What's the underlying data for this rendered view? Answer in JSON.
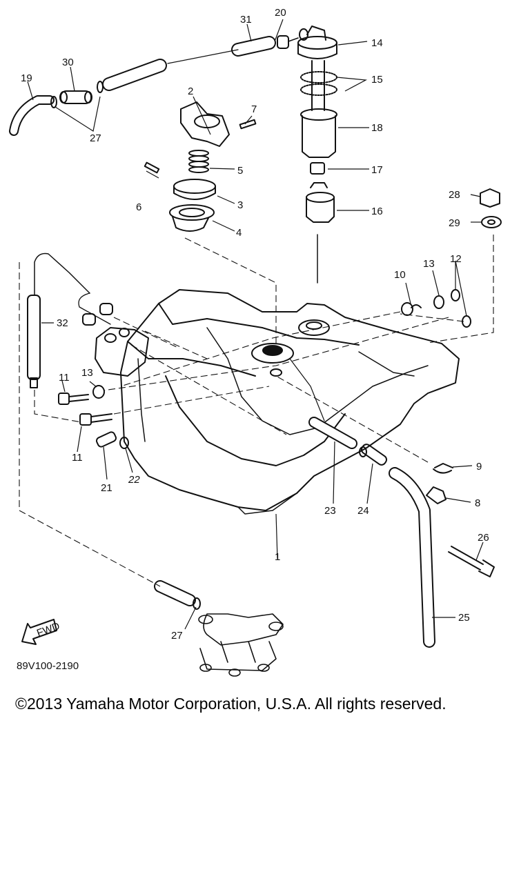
{
  "diagram": {
    "part_labels": [
      "1",
      "2",
      "3",
      "4",
      "5",
      "6",
      "7",
      "8",
      "9",
      "10",
      "11",
      "11",
      "12",
      "13",
      "13",
      "14",
      "15",
      "16",
      "17",
      "18",
      "19",
      "20",
      "21",
      "22",
      "23",
      "24",
      "25",
      "26",
      "27",
      "27",
      "28",
      "29",
      "30",
      "31",
      "32"
    ],
    "drawing_code": "89V100-2190",
    "fwd_label": "FWD"
  },
  "footer": {
    "copyright": "©2013 Yamaha Motor Corporation, U.S.A. All rights reserved."
  }
}
